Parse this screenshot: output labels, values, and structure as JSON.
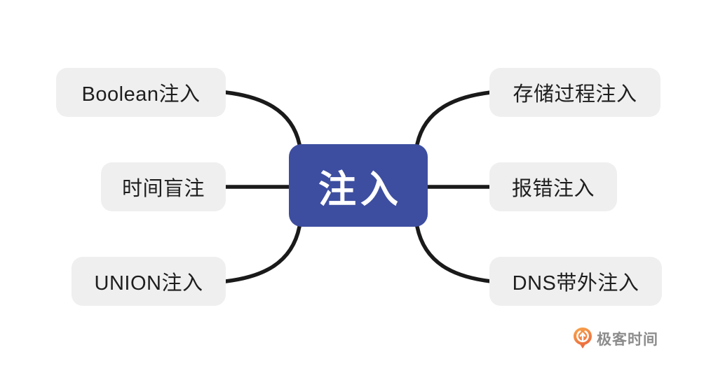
{
  "diagram": {
    "center_node": {
      "label": "注入"
    },
    "left_nodes": [
      {
        "label": "Boolean注入"
      },
      {
        "label": "时间盲注"
      },
      {
        "label": "UNION注入"
      }
    ],
    "right_nodes": [
      {
        "label": "存储过程注入"
      },
      {
        "label": "报错注入"
      },
      {
        "label": "DNS带外注入"
      }
    ]
  },
  "branding": {
    "logo_text": "极客时间"
  },
  "colors": {
    "center-bg": "#3D4EA0",
    "center-text": "#FFFFFF",
    "node-bg": "#EFEFEF",
    "node-text": "#1E1E1E",
    "line": "#1A1A1A",
    "logo-text": "#8C8C8C",
    "logo-orange-top": "#F9A74B",
    "logo-orange-bottom": "#EC6A3E",
    "canvas-bg": "#FFFFFF"
  }
}
